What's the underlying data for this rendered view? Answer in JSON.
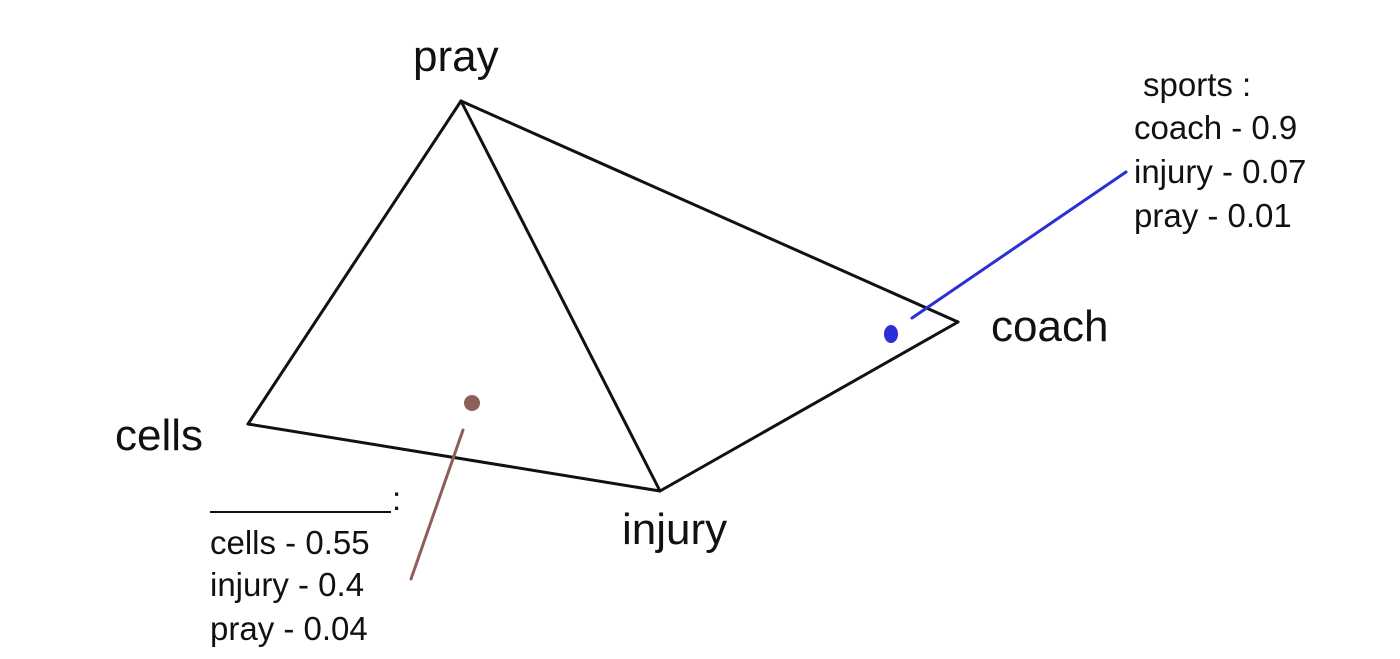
{
  "vertices": {
    "pray": "pray",
    "cells": "cells",
    "injury": "injury",
    "coach": "coach"
  },
  "annotations": {
    "blue": {
      "title": "sports :",
      "lines": [
        "coach - 0.9",
        "injury - 0.07",
        "pray - 0.01"
      ],
      "color": "#2d2fd6"
    },
    "brown": {
      "title": "",
      "colon": ":",
      "lines": [
        "cells - 0.55",
        "injury - 0.4",
        "pray - 0.04"
      ],
      "color": "#8c5f59"
    }
  },
  "colors": {
    "edge": "#111111",
    "blue_point": "#2d2fd6",
    "brown_point": "#8c5f59"
  }
}
